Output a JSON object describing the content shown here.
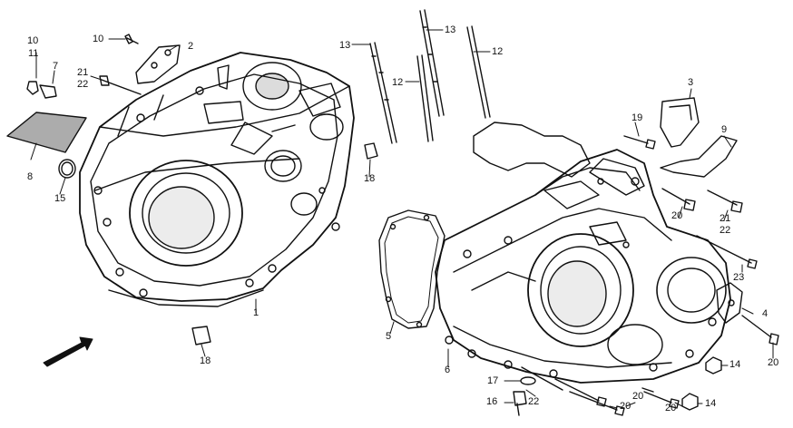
{
  "fwd_label": "FWD",
  "callouts": {
    "c10": "10",
    "c11": "11",
    "c7": "7",
    "c10b": "10",
    "c2": "2",
    "c21a": "21",
    "c22a": "22",
    "c8": "8",
    "c15": "15",
    "c1": "1",
    "c18a": "18",
    "c18b": "18",
    "c13a": "13",
    "c13b": "13",
    "c12a": "12",
    "c12b": "12",
    "c3": "3",
    "c19": "19",
    "c9": "9",
    "c20a": "20",
    "c21b": "21",
    "c22b": "22",
    "c23": "23",
    "c4": "4",
    "c20b": "20",
    "c14a": "14",
    "c14b": "14",
    "c5": "5",
    "c6": "6",
    "c17": "17",
    "c16": "16",
    "c22c": "22",
    "c20c": "20",
    "c20d": "20",
    "c20e": "20"
  }
}
